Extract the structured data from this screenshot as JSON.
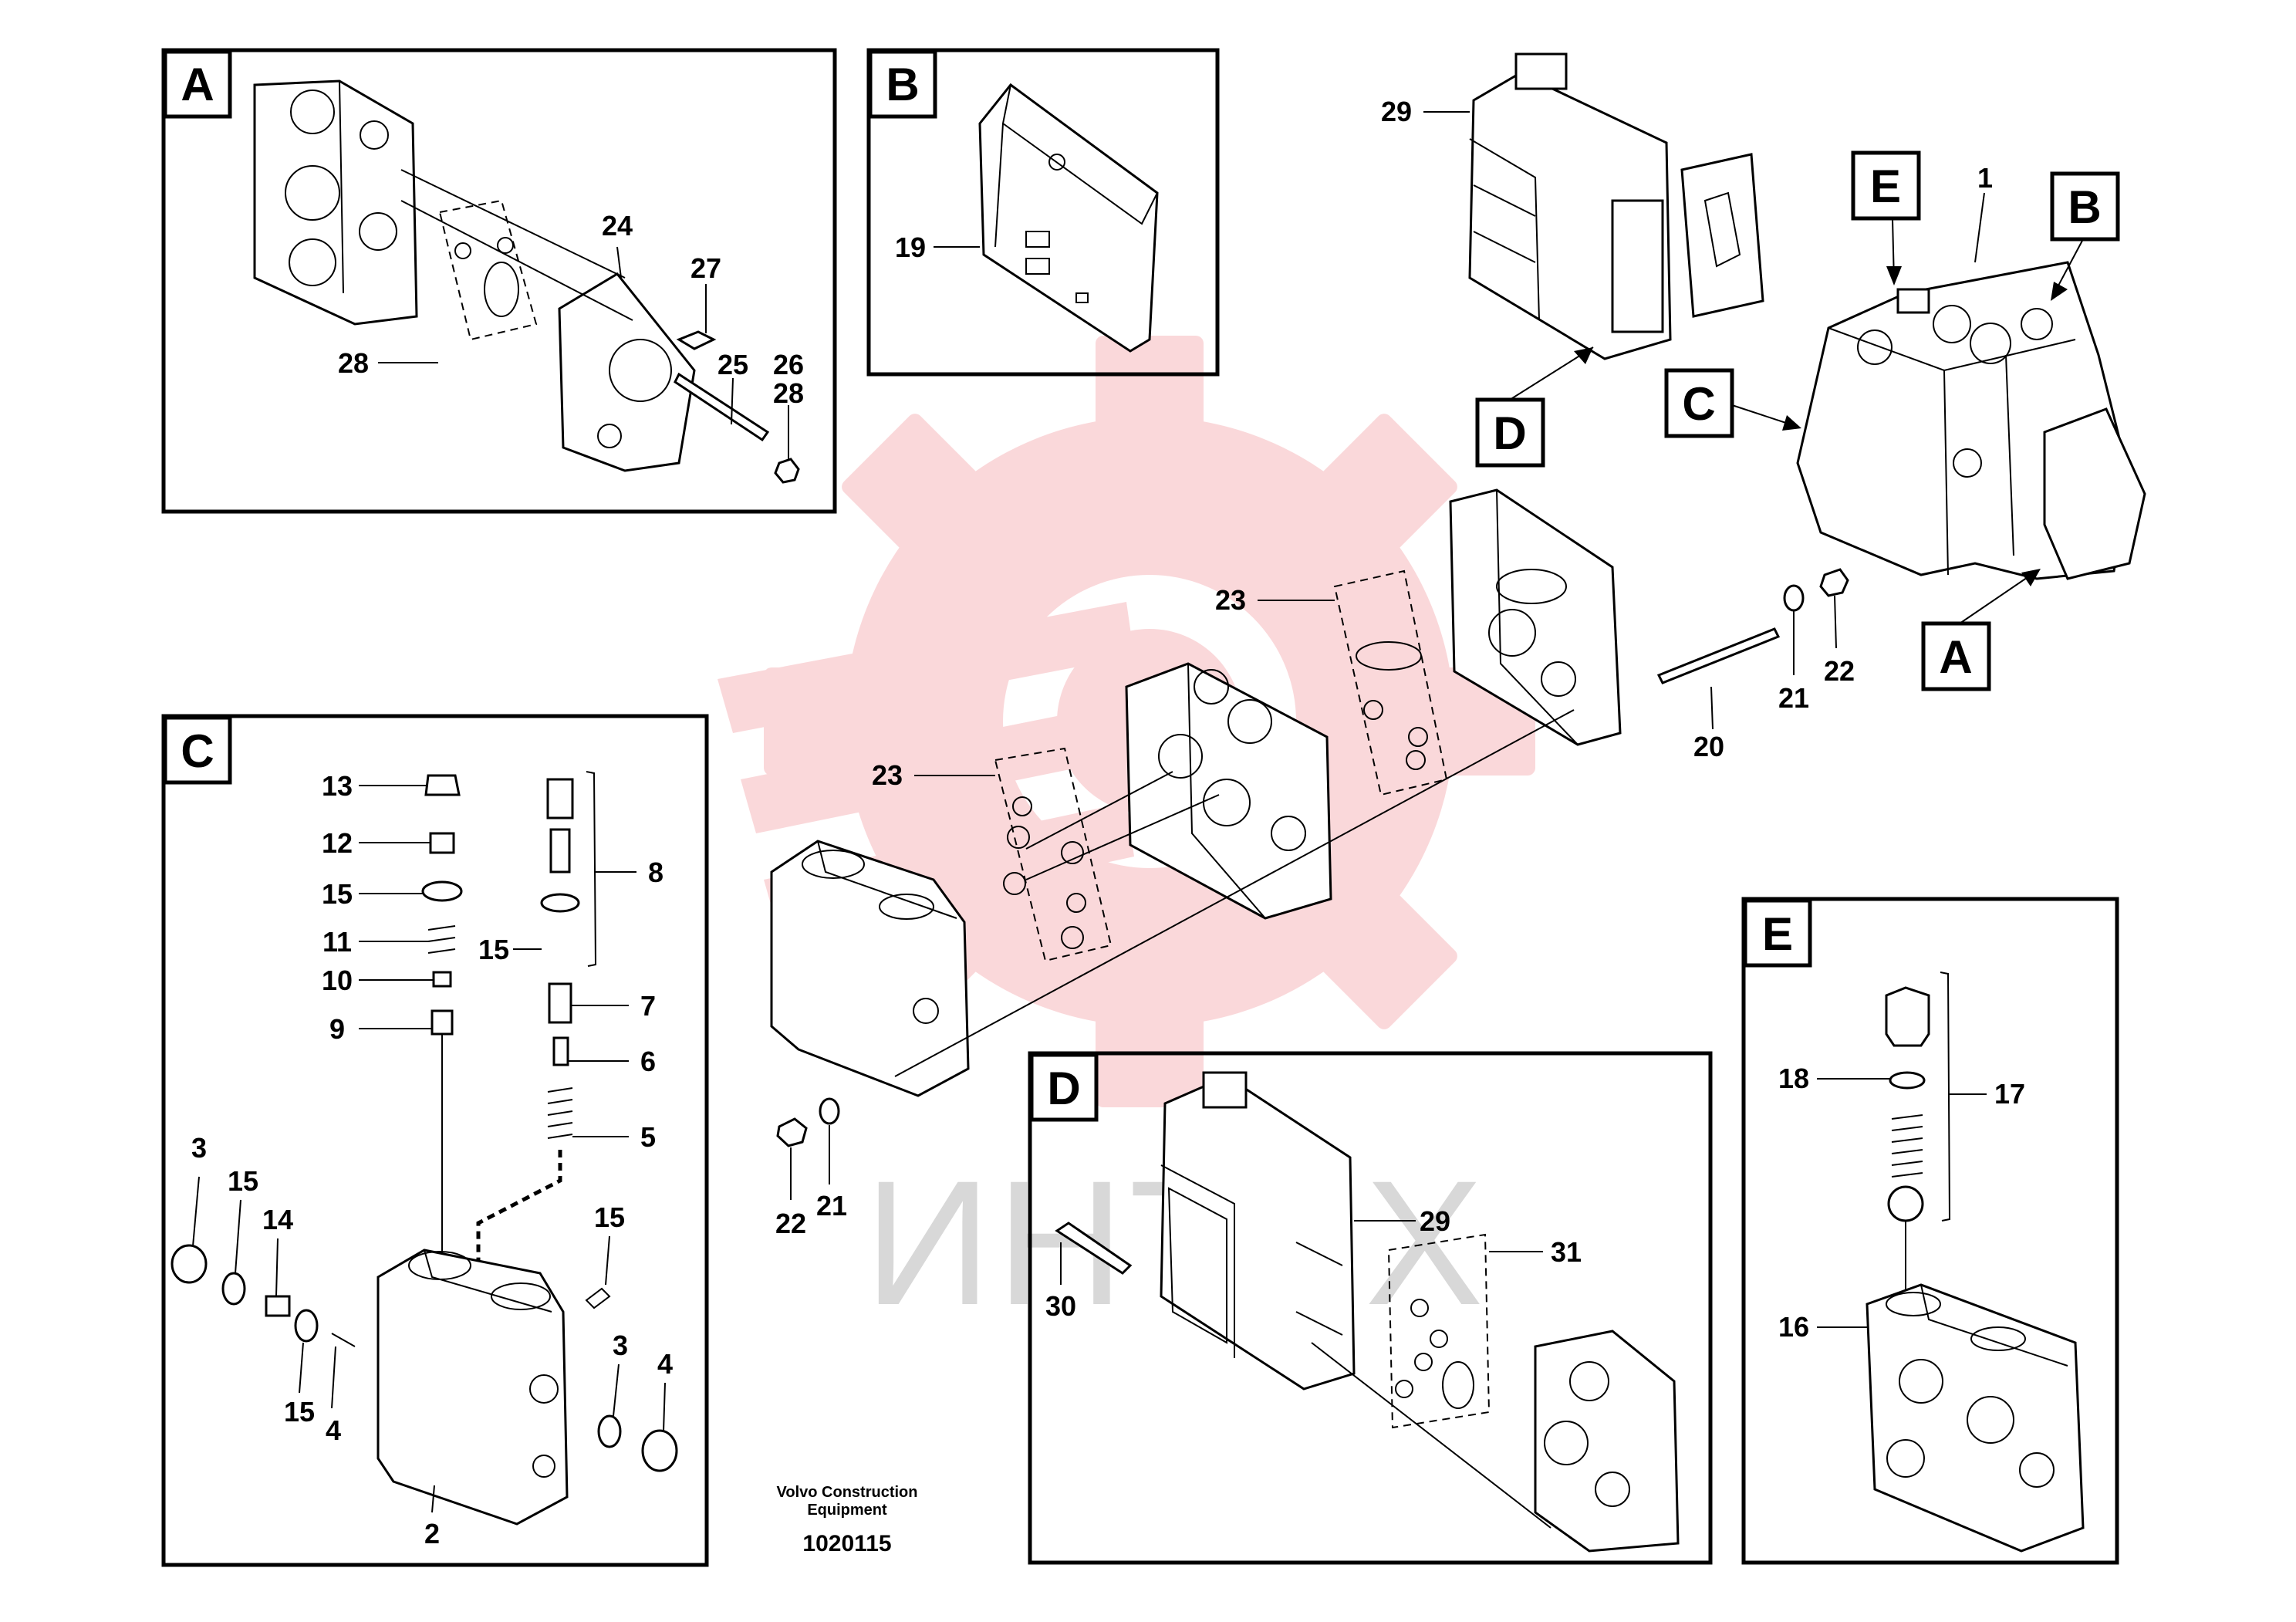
{
  "watermark": {
    "text": "ИНТЕХ",
    "gear_color": "#f6b9bd"
  },
  "credit": {
    "line1": "Volvo Construction",
    "line2": "Equipment",
    "document_number": "1020115"
  },
  "detail_labels": {
    "A": "A",
    "B": "B",
    "C": "C",
    "D": "D",
    "E": "E"
  },
  "callouts": {
    "main": [
      "29",
      "1",
      "23",
      "23",
      "20",
      "21",
      "22",
      "21",
      "22"
    ],
    "detail_A": [
      "24",
      "27",
      "25",
      "26",
      "28",
      "28"
    ],
    "detail_B": [
      "19"
    ],
    "detail_C": [
      "13",
      "12",
      "15",
      "11",
      "10",
      "9",
      "8",
      "15",
      "7",
      "6",
      "5",
      "3",
      "15",
      "14",
      "4",
      "15",
      "3",
      "15",
      "4",
      "2"
    ],
    "detail_D": [
      "29",
      "31",
      "30"
    ],
    "detail_E": [
      "18",
      "17",
      "16"
    ]
  }
}
